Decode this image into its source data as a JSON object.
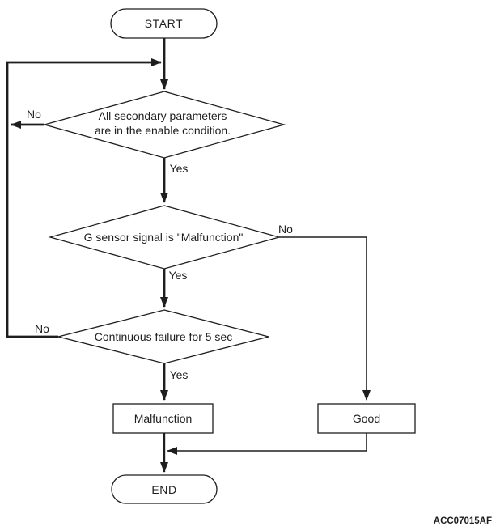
{
  "figure": {
    "id": "ACC07015AF"
  },
  "flowchart": {
    "start": "START",
    "end": "END",
    "decisions": {
      "enable_condition": {
        "line1": "All secondary parameters",
        "line2": "are in the enable condition."
      },
      "g_sensor": "G sensor signal is \"Malfunction\"",
      "continuous_failure": "Continuous failure for 5 sec"
    },
    "results": {
      "malfunction": "Malfunction",
      "good": "Good"
    },
    "branch_labels": {
      "enable_no": "No",
      "enable_yes": "Yes",
      "g_sensor_no": "No",
      "g_sensor_yes": "Yes",
      "failure_no": "No",
      "failure_yes": "Yes"
    },
    "colors": {
      "line": "#1e1e1e",
      "background": "#ffffff"
    }
  }
}
